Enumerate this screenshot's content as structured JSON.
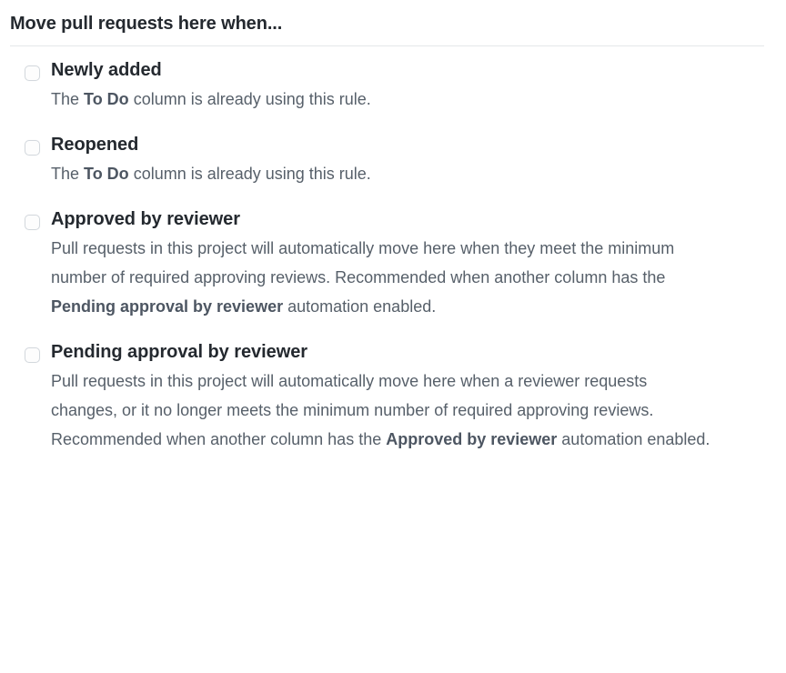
{
  "panel": {
    "title": "Move pull requests here when...",
    "rules": [
      {
        "name": "newly-added",
        "label": "Newly added",
        "description_parts": [
          {
            "text": "The ",
            "bold": false
          },
          {
            "text": "To Do",
            "bold": true
          },
          {
            "text": " column is already using this rule.",
            "bold": false
          }
        ],
        "checked": false
      },
      {
        "name": "reopened",
        "label": "Reopened",
        "description_parts": [
          {
            "text": "The ",
            "bold": false
          },
          {
            "text": "To Do",
            "bold": true
          },
          {
            "text": " column is already using this rule.",
            "bold": false
          }
        ],
        "checked": false
      },
      {
        "name": "approved-by-reviewer",
        "label": "Approved by reviewer",
        "description_parts": [
          {
            "text": "Pull requests in this project will automatically move here when they meet the minimum number of required approving reviews. Recommended when another column has the ",
            "bold": false
          },
          {
            "text": "Pending approval by reviewer",
            "bold": true
          },
          {
            "text": " automation enabled.",
            "bold": false
          }
        ],
        "checked": false
      },
      {
        "name": "pending-approval-by-reviewer",
        "label": "Pending approval by reviewer",
        "description_parts": [
          {
            "text": "Pull requests in this project will automatically move here when a reviewer requests changes, or it no longer meets the minimum number of required approving reviews. Recommended when another column has the ",
            "bold": false
          },
          {
            "text": "Approved by reviewer",
            "bold": true
          },
          {
            "text": " automation enabled.",
            "bold": false
          }
        ],
        "checked": false
      }
    ]
  },
  "colors": {
    "text_primary": "#24292f",
    "text_secondary": "#57606a",
    "border": "#d3d8dd",
    "divider": "#e5e7ea",
    "background": "#ffffff"
  }
}
